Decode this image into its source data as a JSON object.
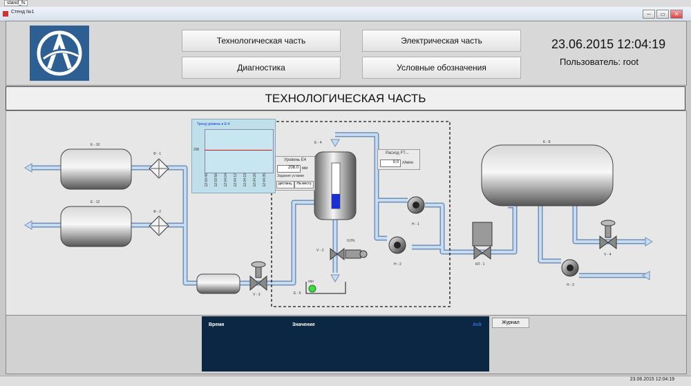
{
  "window": {
    "title_tab": "stand_fs",
    "caption": "Стенд №1",
    "min_glyph": "─",
    "max_glyph": "▭",
    "close_glyph": "✕"
  },
  "nav": {
    "tech": "Технологическая часть",
    "electric": "Электрическая часть",
    "diagnostics": "Диагностика",
    "legend": "Условные обозначения"
  },
  "datetime": "23.06.2015 12:04:19",
  "user": "Пользователь: root",
  "page_title": "ТЕХНОЛОГИЧЕСКАЯ ЧАСТЬ",
  "scheme": {
    "tanks": {
      "e10": "Е - 10",
      "e12": "Е - 12",
      "e4": "Е - 4",
      "e8": "Е - 8",
      "e5": "Е - 5"
    },
    "filters": {
      "f1": "Ф - 1",
      "f2": "Ф - 2"
    },
    "valves": {
      "v3": "V - 3",
      "v2": "V - 2",
      "v4": "V - 4",
      "kr1": "КЛ - 1"
    },
    "pumps": {
      "n1": "Н - 1",
      "n2": "Н - 2",
      "n3": "Н - 3"
    },
    "valve_v2_percent": "0,0%",
    "e5_indicator": "min",
    "level_fraction": 0.32,
    "colors": {
      "pipe": "#a6c4e6",
      "level": "#1b2fd0",
      "tank": "#8a8a8a"
    }
  },
  "level_panel": {
    "title": "Уровень Е4",
    "value": "206.0",
    "unit": "мм",
    "setpoint_label": "Задание уставки",
    "btn_remote": "дистанц.",
    "btn_local": "На месту"
  },
  "flow_panel": {
    "title": "Расход FT-..",
    "value": "0.0",
    "unit": "л/мин"
  },
  "mini_trend": {
    "title": "Тренд уровень в Е-4",
    "y_label": "206",
    "times": [
      "12:03:48",
      "12:03:56",
      "12:04:04",
      "12:04:12",
      "12:04:19",
      "12:04:26",
      "12:04:35"
    ]
  },
  "log": {
    "col_time": "Время",
    "col_value": "Значение",
    "col_right": "Ack",
    "journal_btn": "Журнал"
  },
  "status_time": "23.06.2015 12:04:19"
}
